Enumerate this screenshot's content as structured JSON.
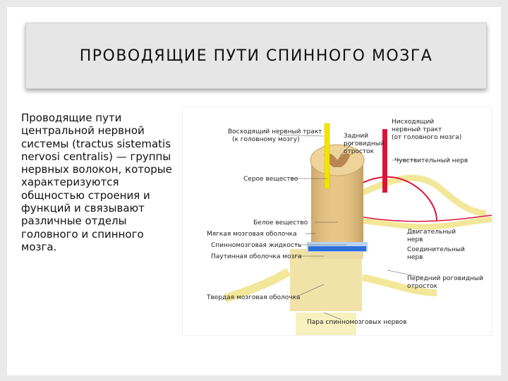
{
  "title": "ПРОВОДЯЩИЕ ПУТИ СПИННОГО МОЗГА",
  "body_text": "Проводящие пути центральной нервной системы (tractus sistematis nervosi centralis) — группы нервных волокон, которые характеризуются общностью строения и функций и связывают различные отделы головного и спинного мозга.",
  "diagram": {
    "labels": {
      "ascending_tract_1": "Восходящий нервный тракт",
      "ascending_tract_2": "(к головному мозгу)",
      "posterior_horn_1": "Задний",
      "posterior_horn_2": "роговидный",
      "posterior_horn_3": "отросток",
      "descending_tract_1": "Нисходящий",
      "descending_tract_2": "нервный тракт",
      "descending_tract_3": "(от головного мозга)",
      "sensory_nerve": "Чувствительный нерв",
      "gray_matter": "Серое вещество",
      "white_matter": "Белое вещество",
      "pia_mater": "Мягкая мозговая оболочка",
      "motor_nerve_1": "Двигательный",
      "motor_nerve_2": "нерв",
      "csf": "Спинномозговая жидкость",
      "connecting_nerve_1": "Соединительный",
      "connecting_nerve_2": "нерв",
      "arachnoid": "Паутинная оболочка мозга",
      "anterior_horn_1": "Передний роговидный",
      "anterior_horn_2": "отросток",
      "dura_mater": "Твердая мозговая оболочка",
      "nerve_pair": "Пара спинномозговых нервов"
    },
    "colors": {
      "ascending": "#f2e400",
      "descending": "#d8143c",
      "cord": "#e9cd8e",
      "gray_matter": "#b8864e",
      "csf": "#2d6fd8",
      "nerve": "#f5e98a"
    }
  }
}
